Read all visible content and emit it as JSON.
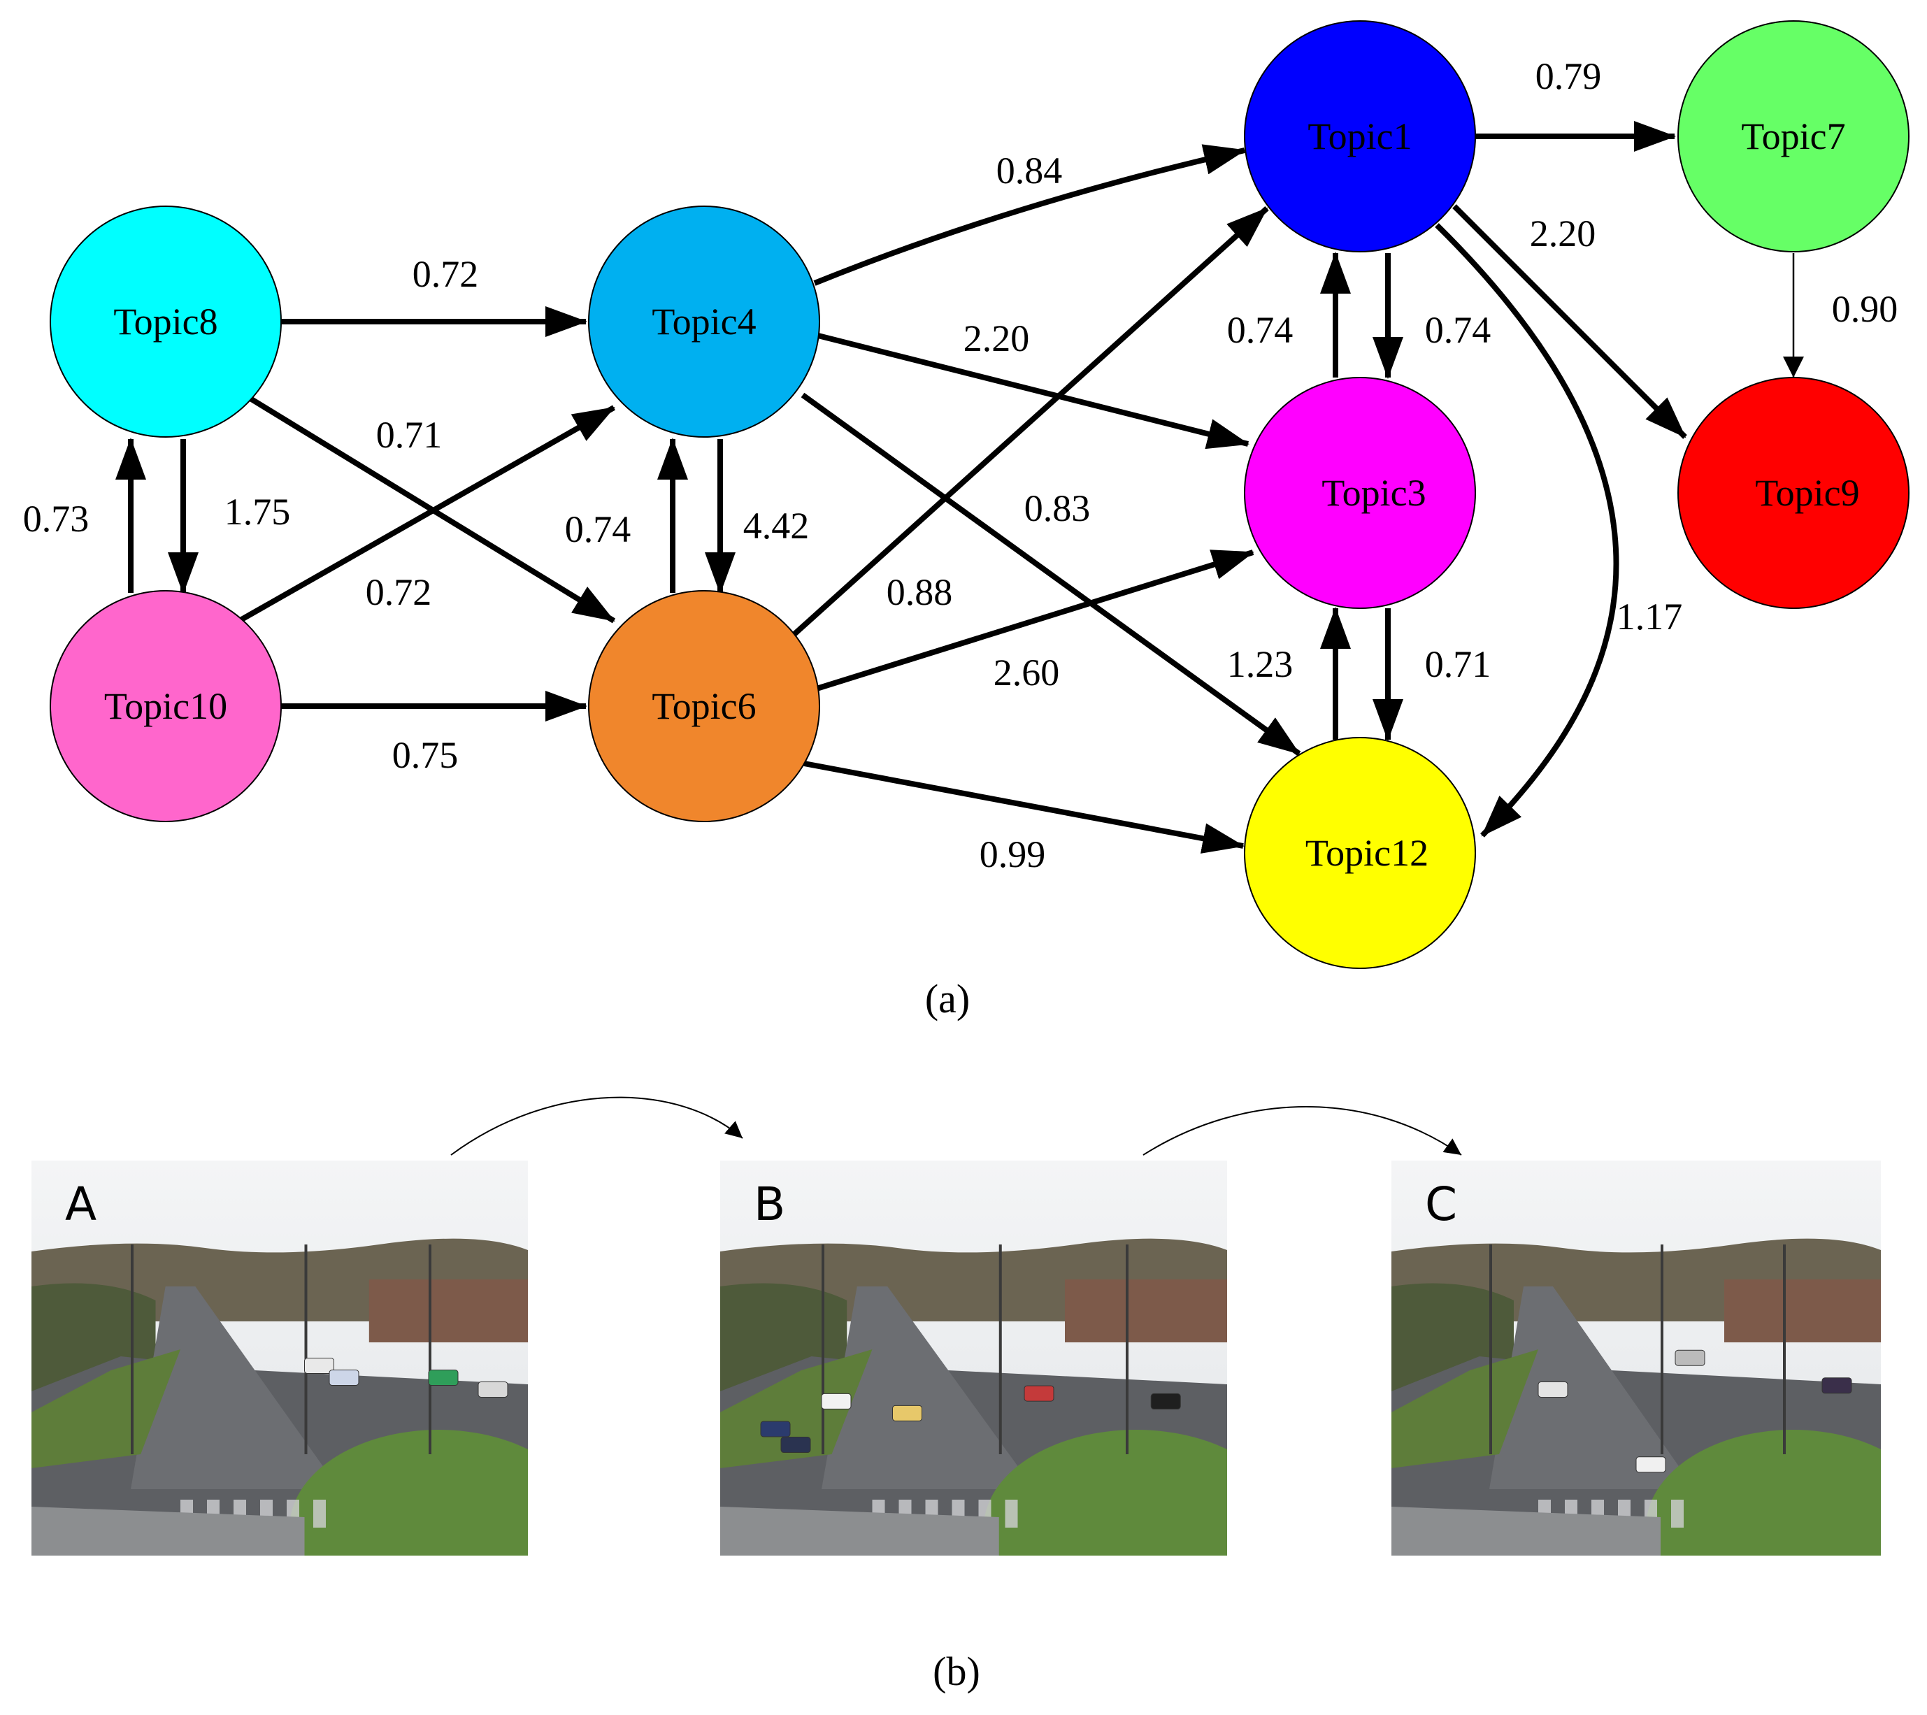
{
  "panel_a": {
    "caption": "(a)",
    "nodes": [
      {
        "id": "t1",
        "label": "Topic1",
        "color": "#0000ff"
      },
      {
        "id": "t7",
        "label": "Topic7",
        "color": "#66ff66"
      },
      {
        "id": "t8",
        "label": "Topic8",
        "color": "#00ffff"
      },
      {
        "id": "t4",
        "label": "Topic4",
        "color": "#00b0f0"
      },
      {
        "id": "t3",
        "label": "Topic3",
        "color": "#ff00ff"
      },
      {
        "id": "t9",
        "label": "Topic9",
        "color": "#ff0000"
      },
      {
        "id": "t10",
        "label": "Topic10",
        "color": "#ff66cc"
      },
      {
        "id": "t6",
        "label": "Topic6",
        "color": "#f0862c"
      },
      {
        "id": "t12",
        "label": "Topic12",
        "color": "#ffff00"
      }
    ],
    "edges": [
      {
        "from": "t1",
        "to": "t7",
        "weight": "0.79"
      },
      {
        "from": "t4",
        "to": "t1",
        "weight": "0.84"
      },
      {
        "from": "t1",
        "to": "t9",
        "weight": "2.20"
      },
      {
        "from": "t8",
        "to": "t4",
        "weight": "0.72"
      },
      {
        "from": "t4",
        "to": "t3",
        "weight": "2.20"
      },
      {
        "from": "t3",
        "to": "t1",
        "weight": "0.74"
      },
      {
        "from": "t1",
        "to": "t3",
        "weight": "0.74"
      },
      {
        "from": "t7",
        "to": "t9",
        "weight": "0.90"
      },
      {
        "from": "t8",
        "to": "t6",
        "weight": "0.71"
      },
      {
        "from": "t10",
        "to": "t8",
        "weight": "0.73"
      },
      {
        "from": "t8",
        "to": "t10",
        "weight": "1.75"
      },
      {
        "from": "t6",
        "to": "t4",
        "weight": "0.74"
      },
      {
        "from": "t4",
        "to": "t6",
        "weight": "4.42"
      },
      {
        "from": "t4",
        "to": "t12",
        "weight": "0.83"
      },
      {
        "from": "t10",
        "to": "t4",
        "weight": "0.72"
      },
      {
        "from": "t6",
        "to": "t1",
        "weight": "0.88"
      },
      {
        "from": "t1",
        "to": "t12",
        "weight": "1.17"
      },
      {
        "from": "t6",
        "to": "t3",
        "weight": "2.60"
      },
      {
        "from": "t12",
        "to": "t3",
        "weight": "1.23"
      },
      {
        "from": "t3",
        "to": "t12",
        "weight": "0.71"
      },
      {
        "from": "t10",
        "to": "t6",
        "weight": "0.75"
      },
      {
        "from": "t6",
        "to": "t12",
        "weight": "0.99"
      }
    ]
  },
  "panel_b": {
    "caption": "(b)",
    "frames": [
      {
        "letter": "A"
      },
      {
        "letter": "B"
      },
      {
        "letter": "C"
      }
    ]
  }
}
